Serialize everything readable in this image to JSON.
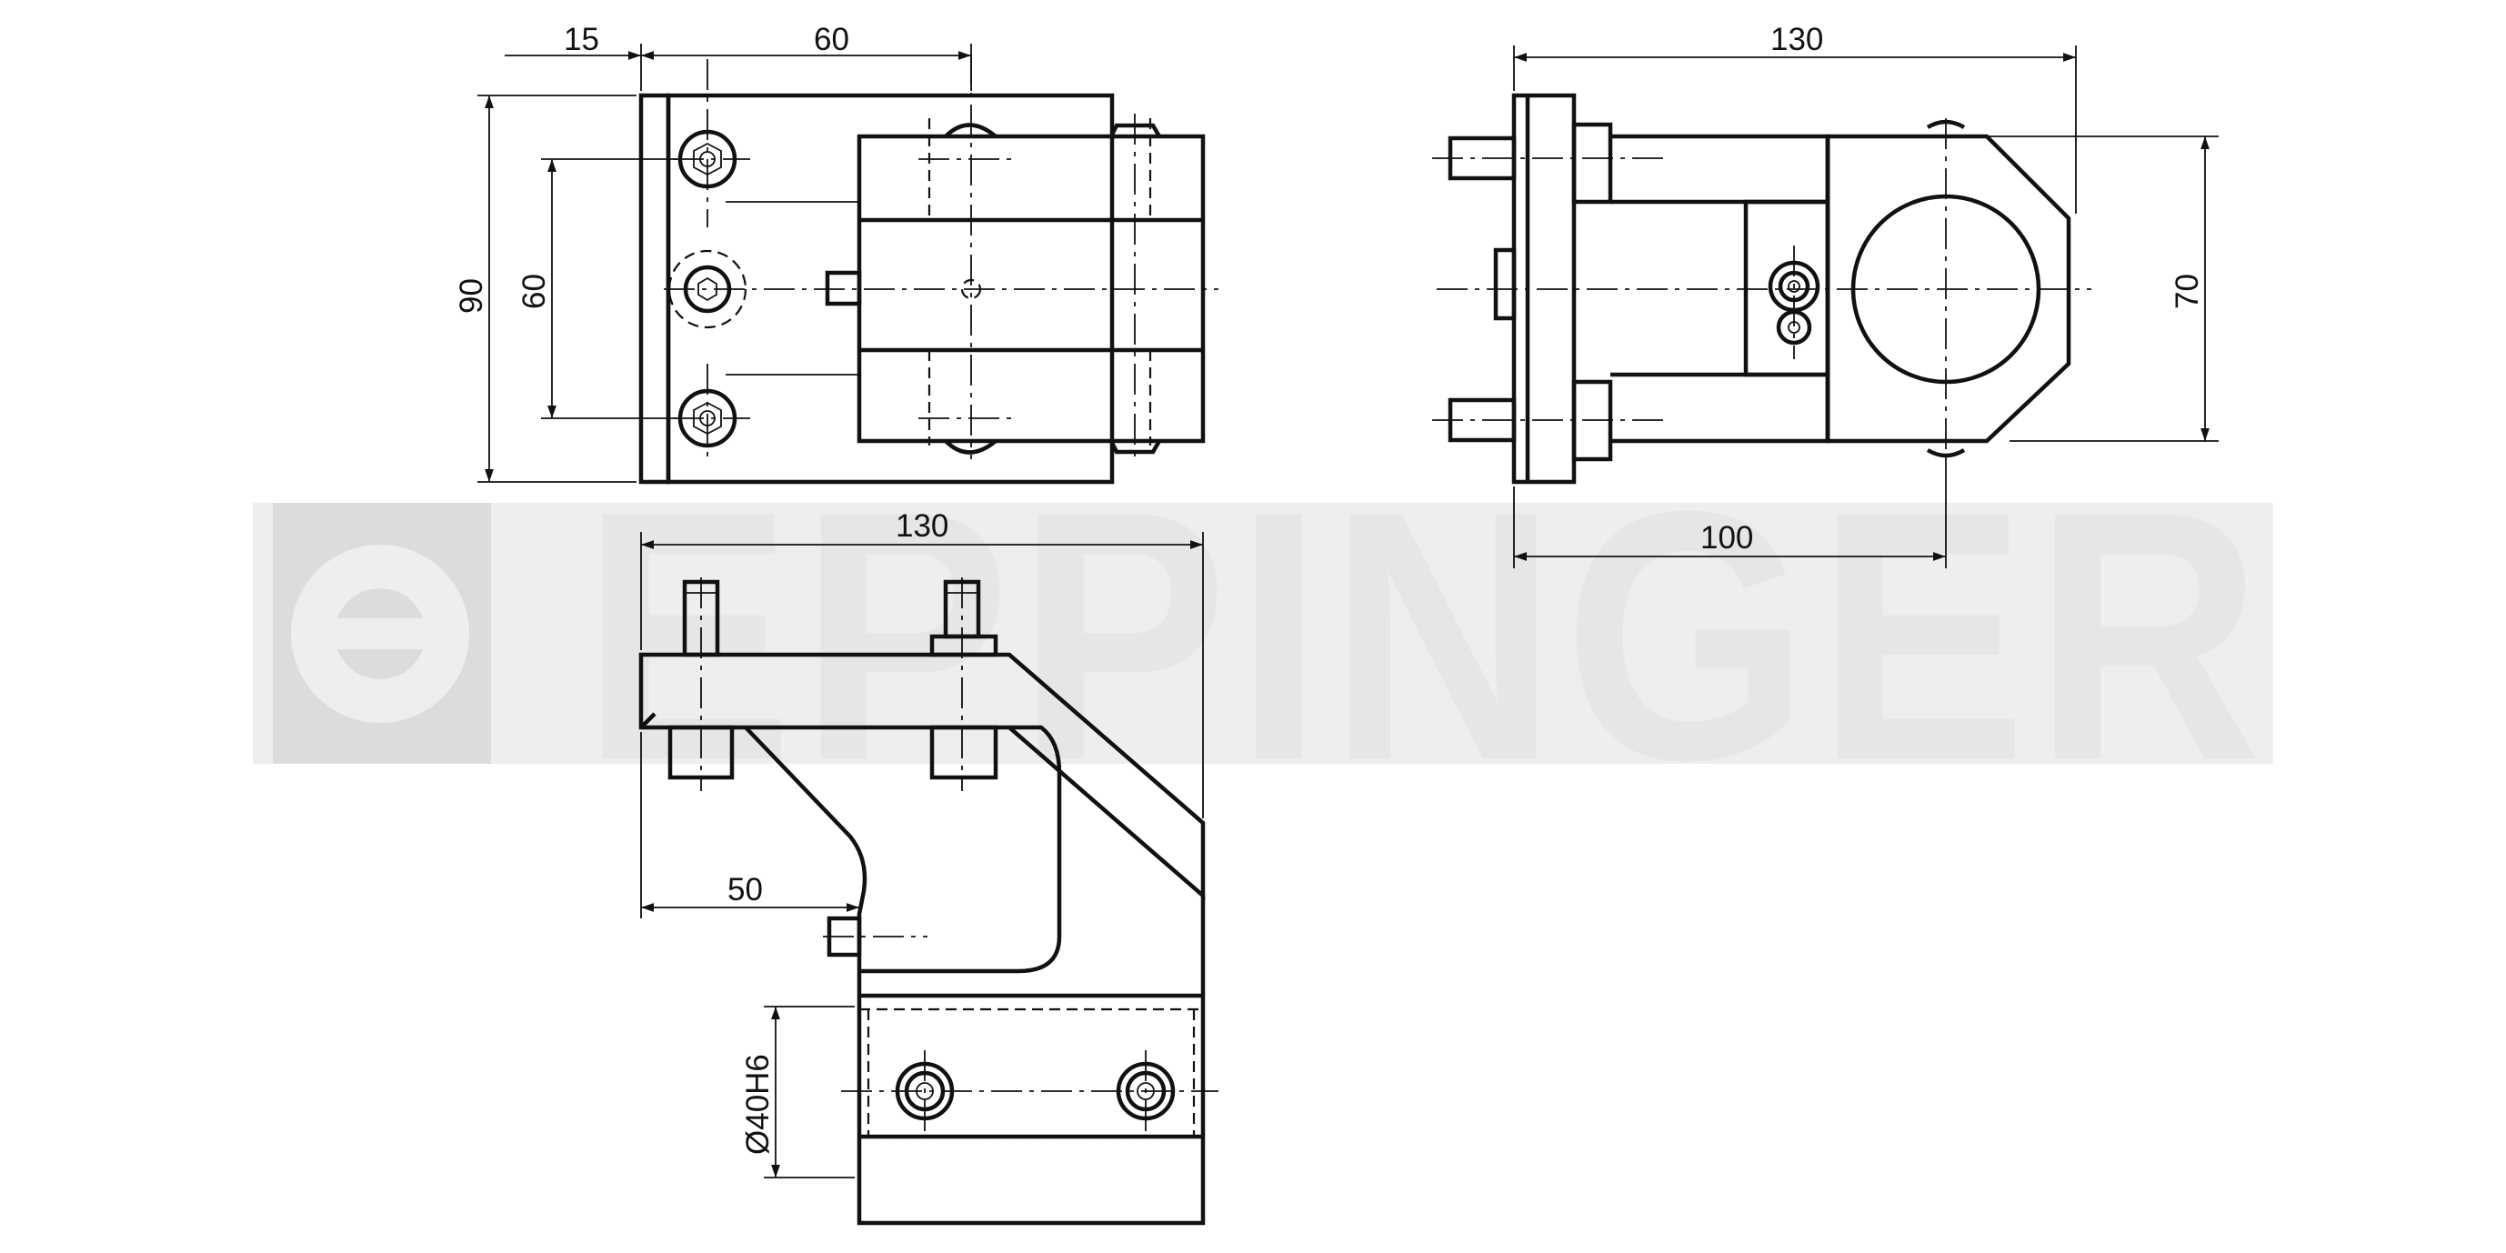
{
  "watermark": {
    "brand": "EPPINGER"
  },
  "dimensions": {
    "top_left_width_small": "15",
    "top_left_width_main": "60",
    "top_left_height_outer": "90",
    "top_left_height_inner": "60",
    "right_overall_width": "130",
    "right_height": "70",
    "right_offset": "100",
    "bottom_overall_width": "130",
    "bottom_offset": "50",
    "bottom_bore": "Ø40H6"
  },
  "colors": {
    "line": "#111111",
    "watermark": "#e6e6e6",
    "background": "#ffffff"
  }
}
